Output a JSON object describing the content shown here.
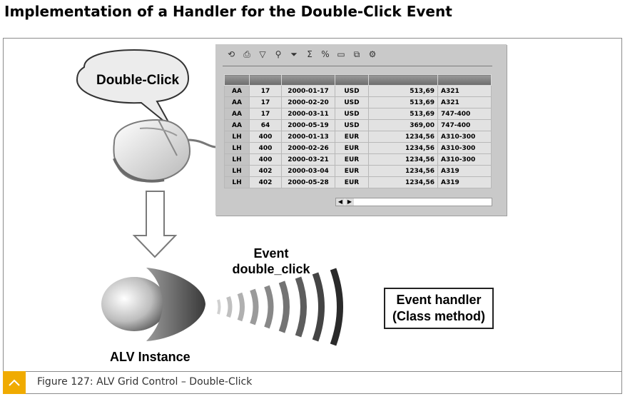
{
  "title": "Implementation of a Handler for the Double-Click Event",
  "bubble_label": "Double-Click",
  "event_label": {
    "line1": "Event",
    "line2": "double_click"
  },
  "handler_box": {
    "line1": "Event handler",
    "line2": "(Class method)"
  },
  "alv_label": "ALV Instance",
  "caption": "Figure 127: ALV Grid Control – Double-Click",
  "toolbar_icons": [
    "refresh-icon",
    "print-icon",
    "filter-icon",
    "find-icon",
    "filter-funnel-icon",
    "sum-icon",
    "percent-icon",
    "print-preview-icon",
    "export-icon",
    "layout-icon"
  ],
  "colors": {
    "accent": "#f0ab00",
    "grid_bg": "#c9c9c9",
    "header": "#7a7a7a"
  },
  "grid_rows": [
    [
      "AA",
      "17",
      "2000-01-17",
      "USD",
      "513,69",
      "A321"
    ],
    [
      "AA",
      "17",
      "2000-02-20",
      "USD",
      "513,69",
      "A321"
    ],
    [
      "AA",
      "17",
      "2000-03-11",
      "USD",
      "513,69",
      "747-400"
    ],
    [
      "AA",
      "64",
      "2000-05-19",
      "USD",
      "369,00",
      "747-400"
    ],
    [
      "LH",
      "400",
      "2000-01-13",
      "EUR",
      "1234,56",
      "A310-300"
    ],
    [
      "LH",
      "400",
      "2000-02-26",
      "EUR",
      "1234,56",
      "A310-300"
    ],
    [
      "LH",
      "400",
      "2000-03-21",
      "EUR",
      "1234,56",
      "A310-300"
    ],
    [
      "LH",
      "402",
      "2000-03-04",
      "EUR",
      "1234,56",
      "A319"
    ],
    [
      "LH",
      "402",
      "2000-05-28",
      "EUR",
      "1234,56",
      "A319"
    ]
  ]
}
